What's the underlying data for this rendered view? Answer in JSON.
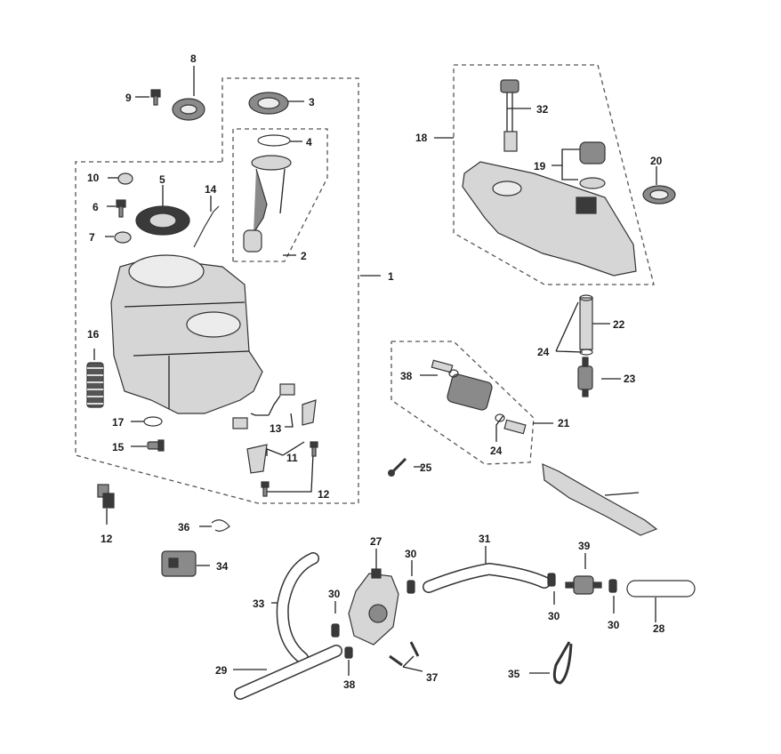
{
  "labels": {
    "n1": "1",
    "n2": "2",
    "n3": "3",
    "n4": "4",
    "n5": "5",
    "n6": "6",
    "n7": "7",
    "n8": "8",
    "n9": "9",
    "n10": "10",
    "n11": "11",
    "n12a": "12",
    "n12b": "12",
    "n13": "13",
    "n14": "14",
    "n15": "15",
    "n16": "16",
    "n17": "17",
    "n18": "18",
    "n19": "19",
    "n20": "20",
    "n21": "21",
    "n22": "22",
    "n23": "23",
    "n24a": "24",
    "n24b": "24",
    "n25": "25",
    "n27": "27",
    "n28": "28",
    "n29": "29",
    "n30a": "30",
    "n30b": "30",
    "n30c": "30",
    "n30d": "30",
    "n31": "31",
    "n32": "32",
    "n33": "33",
    "n34": "34",
    "n35": "35",
    "n36": "36",
    "n37": "37",
    "n38a": "38",
    "n38b": "38",
    "n39": "39"
  }
}
